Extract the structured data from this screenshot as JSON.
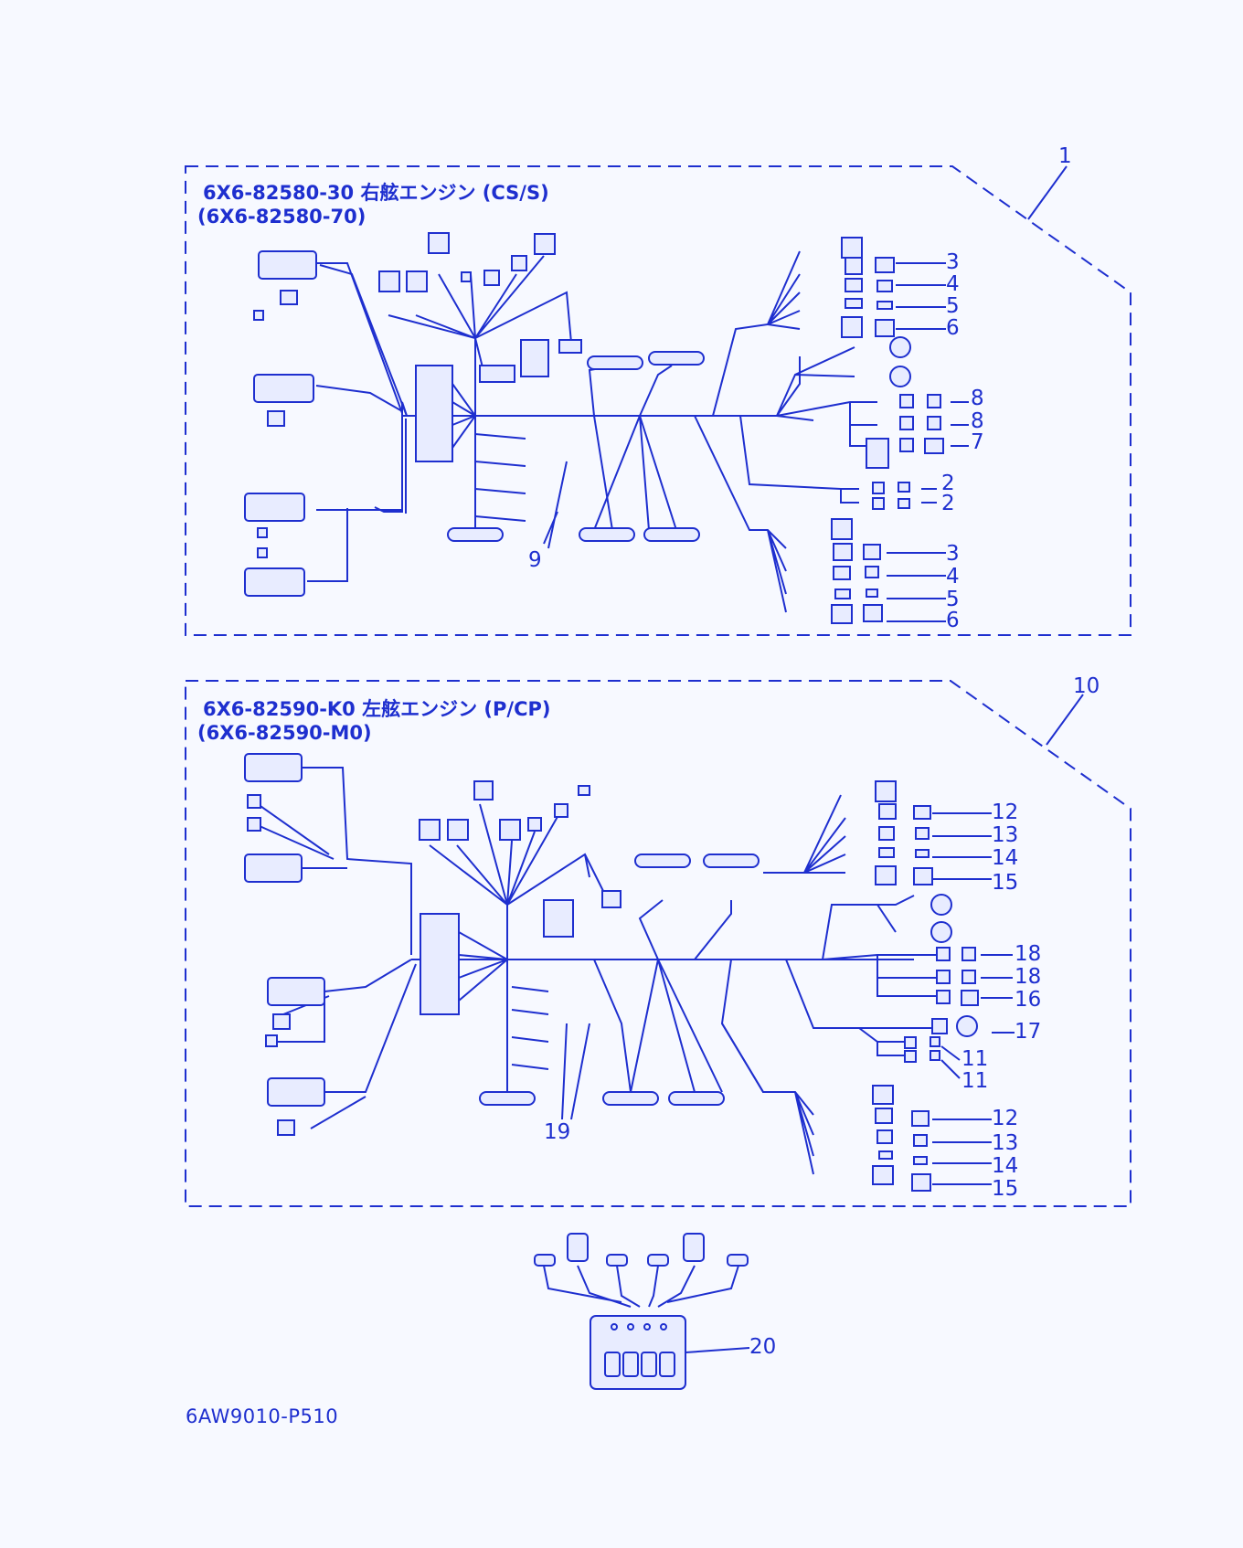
{
  "colors": {
    "line": "#1e2fcf",
    "background": "#f7f9ff"
  },
  "panel1": {
    "ref": "1",
    "title_line1": "6X6-82580-30 右舷エンジン (CS/S)",
    "title_line2": "(6X6-82580-70)",
    "labels": {
      "a3": "3",
      "a4": "4",
      "a5": "5",
      "a6": "6",
      "b8": "8",
      "c8": "8",
      "d7": "7",
      "e2": "2",
      "f2": "2",
      "g3": "3",
      "g4": "4",
      "g5": "5",
      "g6": "6",
      "n9": "9"
    }
  },
  "panel2": {
    "ref": "10",
    "title_line1": "6X6-82590-K0 左舷エンジン (P/CP)",
    "title_line2": "(6X6-82590-M0)",
    "labels": {
      "a12": "12",
      "a13": "13",
      "a14": "14",
      "a15": "15",
      "b18": "18",
      "c18": "18",
      "d16": "16",
      "e17": "17",
      "f11": "11",
      "g11": "11",
      "h12": "12",
      "h13": "13",
      "h14": "14",
      "h15": "15",
      "n19": "19"
    }
  },
  "switch_box": {
    "ref": "20"
  },
  "drawing_code": "6AW9010-P510"
}
